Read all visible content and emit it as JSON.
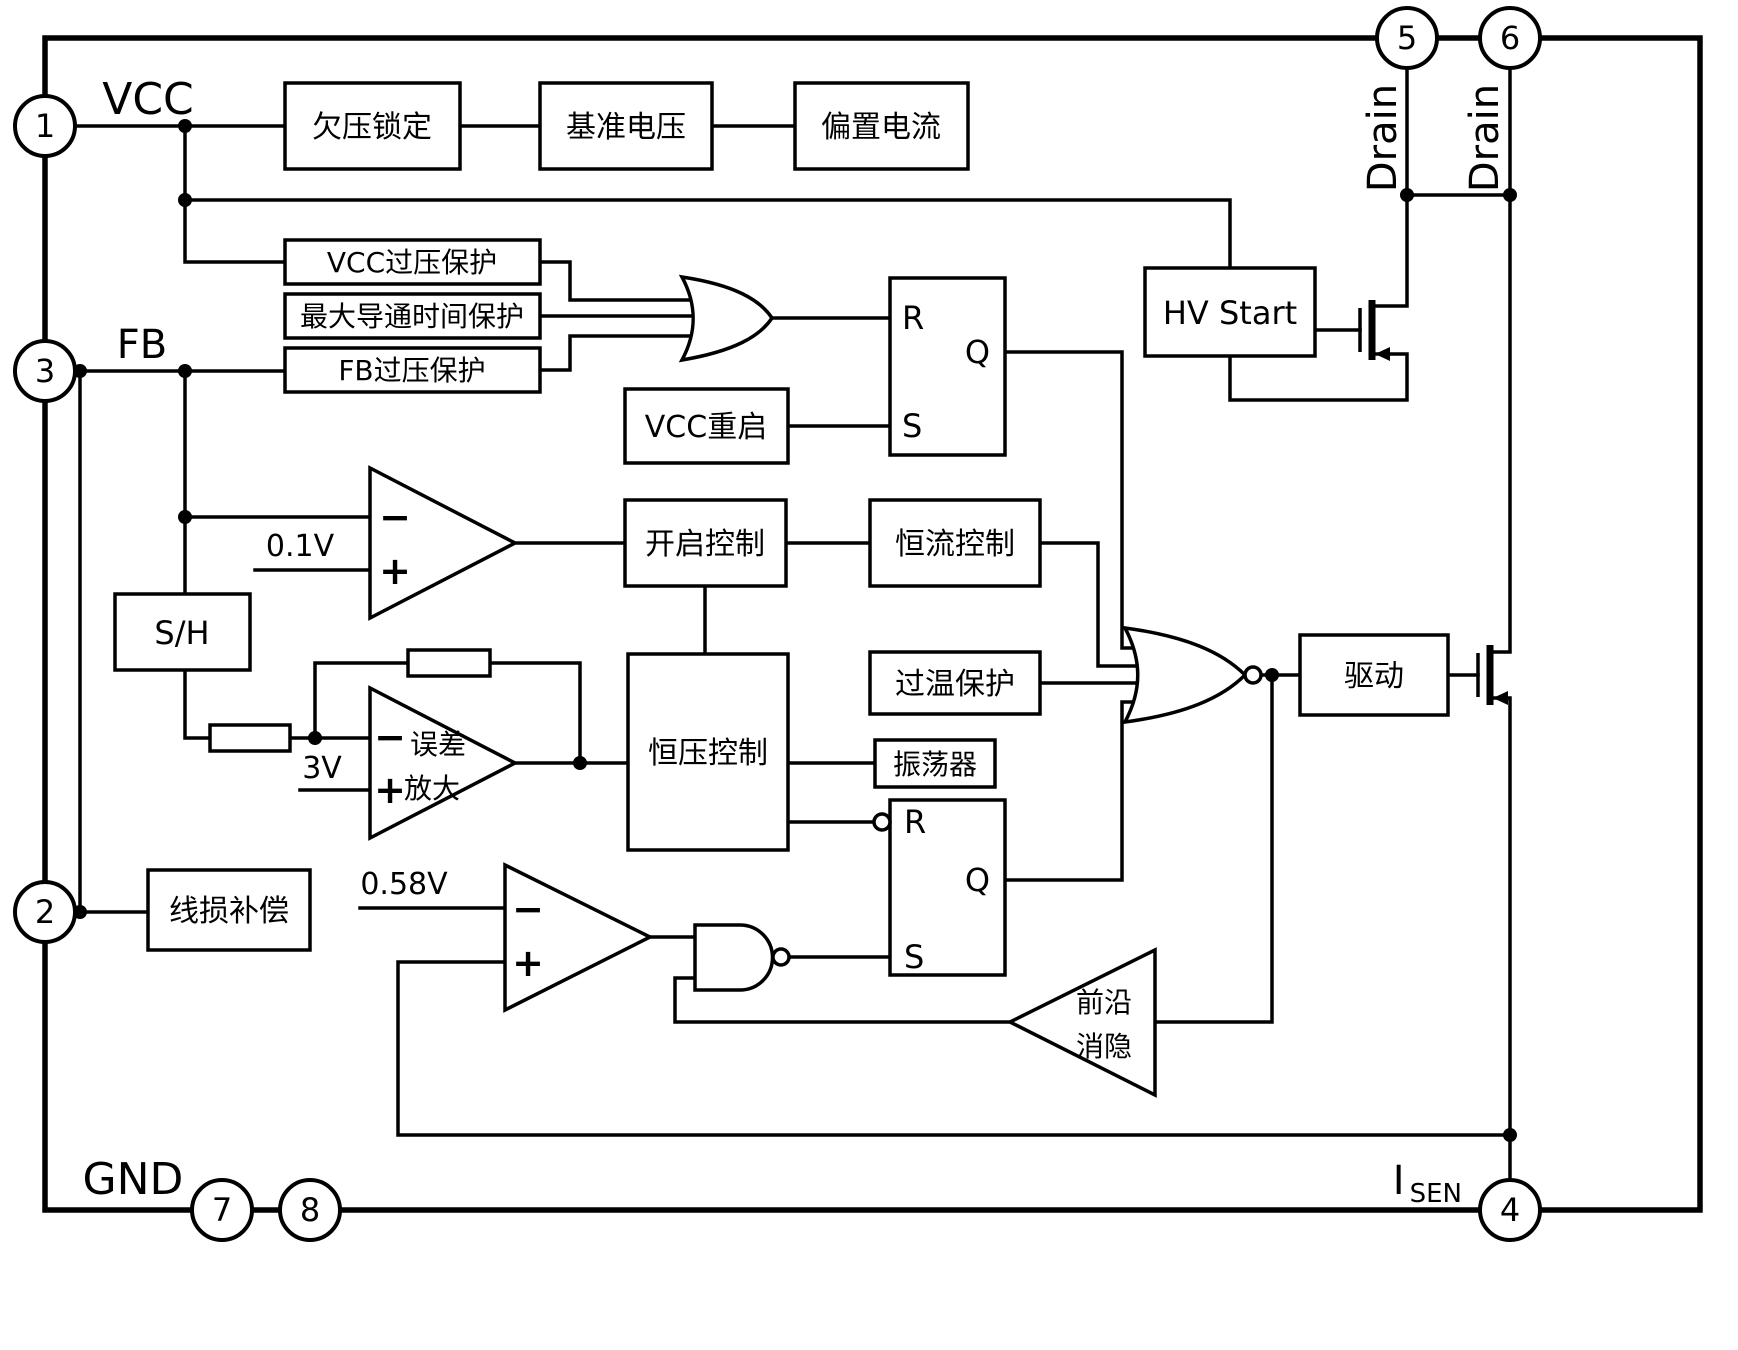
{
  "pins": {
    "p1": {
      "number": "1",
      "label": "VCC"
    },
    "p2": {
      "number": "2"
    },
    "p3": {
      "number": "3",
      "label": "FB"
    },
    "p4": {
      "number": "4",
      "label_main": "I",
      "label_sub": "SEN"
    },
    "p5": {
      "number": "5",
      "label": "Drain"
    },
    "p6": {
      "number": "6",
      "label": "Drain"
    },
    "p7": {
      "number": "7",
      "label": "GND"
    },
    "p8": {
      "number": "8"
    }
  },
  "blocks": {
    "uvlo": "欠压锁定",
    "vref": "基准电压",
    "bias": "偏置电流",
    "vcc_ovp": "VCC过压保护",
    "max_on_time": "最大导通时间保护",
    "fb_ovp": "FB过压保护",
    "vcc_restart": "VCC重启",
    "hv_start": "HV Start",
    "on_control": "开启控制",
    "cc_control": "恒流控制",
    "otp": "过温保护",
    "cv_control": "恒压控制",
    "oscillator": "振荡器",
    "driver": "驱动",
    "cable_comp": "线损补偿",
    "sample_hold": "S/H",
    "error_amp_line1": "误差",
    "error_amp_line2": "放大",
    "leb_line1": "前沿",
    "leb_line2": "消隐"
  },
  "references": {
    "startup_comparator": "0.1V",
    "error_amp": "3V",
    "current_comparator": "0.58V"
  },
  "flipflop_ports": {
    "r": "R",
    "q": "Q",
    "s": "S"
  },
  "signs": {
    "minus": "−",
    "plus": "+"
  }
}
